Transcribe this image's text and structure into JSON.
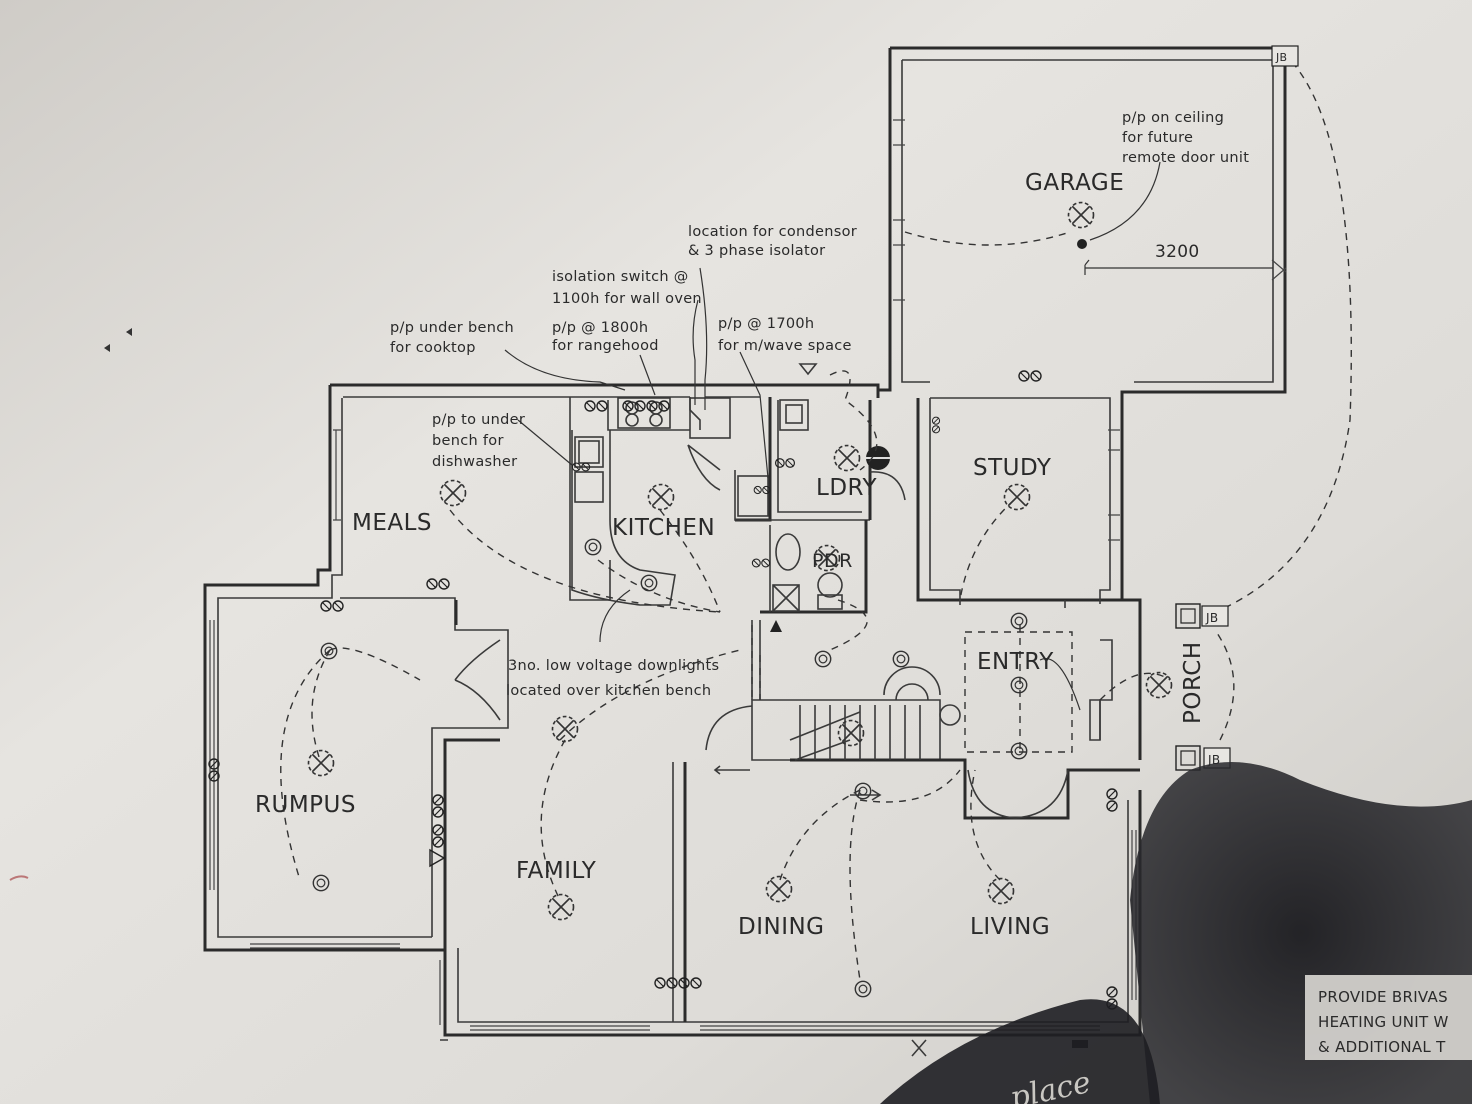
{
  "rooms": {
    "garage": "GARAGE",
    "study": "STUDY",
    "meals": "MEALS",
    "kitchen": "KITCHEN",
    "ldry": "LDRY",
    "pdr": "PDR",
    "entry": "ENTRY",
    "porch": "PORCH",
    "rumpus": "RUMPUS",
    "family": "FAMILY",
    "dining": "DINING",
    "living": "LIVING"
  },
  "notes": {
    "garage_pp": [
      "p/p on ceiling",
      "for future",
      "remote door unit"
    ],
    "condensor": [
      "location for condensor",
      "& 3 phase isolator"
    ],
    "isolation": [
      "isolation switch @",
      "1100h for wall oven"
    ],
    "cooktop": [
      "p/p under bench",
      "for cooktop"
    ],
    "rangehood": [
      "p/p @ 1800h",
      "for rangehood"
    ],
    "microwave": [
      "p/p @ 1700h",
      "for m/wave space"
    ],
    "dishwasher": [
      "p/p to under",
      "bench for",
      "dishwasher"
    ],
    "downlights": [
      "3no. low voltage downlights",
      "located over kitchen bench"
    ]
  },
  "dimension": "3200",
  "junction_boxes": [
    "JB",
    "JB",
    "JB"
  ],
  "side_notes": [
    "PROVIDE BRIVAS",
    "HEATING UNIT W",
    "& ADDITIONAL T"
  ],
  "handwriting": "place"
}
